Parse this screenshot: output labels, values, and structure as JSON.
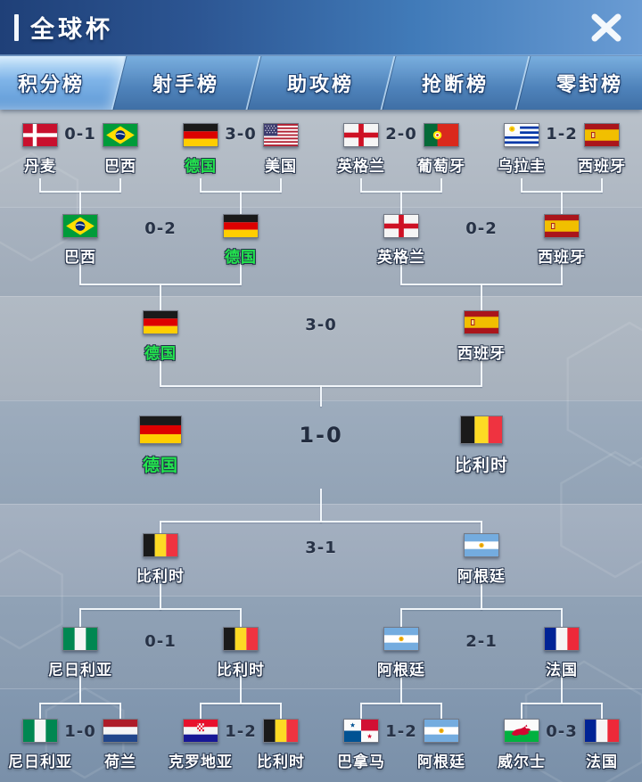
{
  "header": {
    "title": "全球杯",
    "close_icon": "✕"
  },
  "tabs": {
    "items": [
      {
        "label": "积分榜",
        "selected": true
      },
      {
        "label": "射手榜",
        "selected": false
      },
      {
        "label": "助攻榜",
        "selected": false
      },
      {
        "label": "抢断榜",
        "selected": false
      },
      {
        "label": "零封榜",
        "selected": false
      }
    ]
  },
  "colors": {
    "winner_highlight": "#23e64e",
    "score_text": "#273246",
    "connector_line": "#f6fafd"
  },
  "bracket": {
    "round_of_16_top": [
      {
        "home": {
          "name": "丹麦",
          "flag": "denmark"
        },
        "score": "0-1",
        "away": {
          "name": "巴西",
          "flag": "brazil"
        }
      },
      {
        "home": {
          "name": "德国",
          "flag": "germany",
          "highlight": true
        },
        "score": "3-0",
        "away": {
          "name": "美国",
          "flag": "usa"
        }
      },
      {
        "home": {
          "name": "英格兰",
          "flag": "england"
        },
        "score": "2-0",
        "away": {
          "name": "葡萄牙",
          "flag": "portugal"
        }
      },
      {
        "home": {
          "name": "乌拉圭",
          "flag": "uruguay"
        },
        "score": "1-2",
        "away": {
          "name": "西班牙",
          "flag": "spain"
        }
      }
    ],
    "quarterfinals_top": [
      {
        "home": {
          "name": "巴西",
          "flag": "brazil"
        },
        "score": "0-2",
        "away": {
          "name": "德国",
          "flag": "germany",
          "highlight": true
        }
      },
      {
        "home": {
          "name": "英格兰",
          "flag": "england"
        },
        "score": "0-2",
        "away": {
          "name": "西班牙",
          "flag": "spain"
        }
      }
    ],
    "semifinal_top": {
      "home": {
        "name": "德国",
        "flag": "germany",
        "highlight": true
      },
      "score": "3-0",
      "away": {
        "name": "西班牙",
        "flag": "spain"
      }
    },
    "final": {
      "home": {
        "name": "德国",
        "flag": "germany",
        "highlight": true
      },
      "score": "1-0",
      "away": {
        "name": "比利时",
        "flag": "belgium"
      }
    },
    "semifinal_bottom": {
      "home": {
        "name": "比利时",
        "flag": "belgium"
      },
      "score": "3-1",
      "away": {
        "name": "阿根廷",
        "flag": "argentina"
      }
    },
    "quarterfinals_bottom": [
      {
        "home": {
          "name": "尼日利亚",
          "flag": "nigeria"
        },
        "score": "0-1",
        "away": {
          "name": "比利时",
          "flag": "belgium"
        }
      },
      {
        "home": {
          "name": "阿根廷",
          "flag": "argentina"
        },
        "score": "2-1",
        "away": {
          "name": "法国",
          "flag": "france"
        }
      }
    ],
    "round_of_16_bottom": [
      {
        "home": {
          "name": "尼日利亚",
          "flag": "nigeria"
        },
        "score": "1-0",
        "away": {
          "name": "荷兰",
          "flag": "netherlands"
        }
      },
      {
        "home": {
          "name": "克罗地亚",
          "flag": "croatia"
        },
        "score": "1-2",
        "away": {
          "name": "比利时",
          "flag": "belgium"
        }
      },
      {
        "home": {
          "name": "巴拿马",
          "flag": "panama"
        },
        "score": "1-2",
        "away": {
          "name": "阿根廷",
          "flag": "argentina"
        }
      },
      {
        "home": {
          "name": "威尔士",
          "flag": "wales"
        },
        "score": "0-3",
        "away": {
          "name": "法国",
          "flag": "france"
        }
      }
    ]
  }
}
